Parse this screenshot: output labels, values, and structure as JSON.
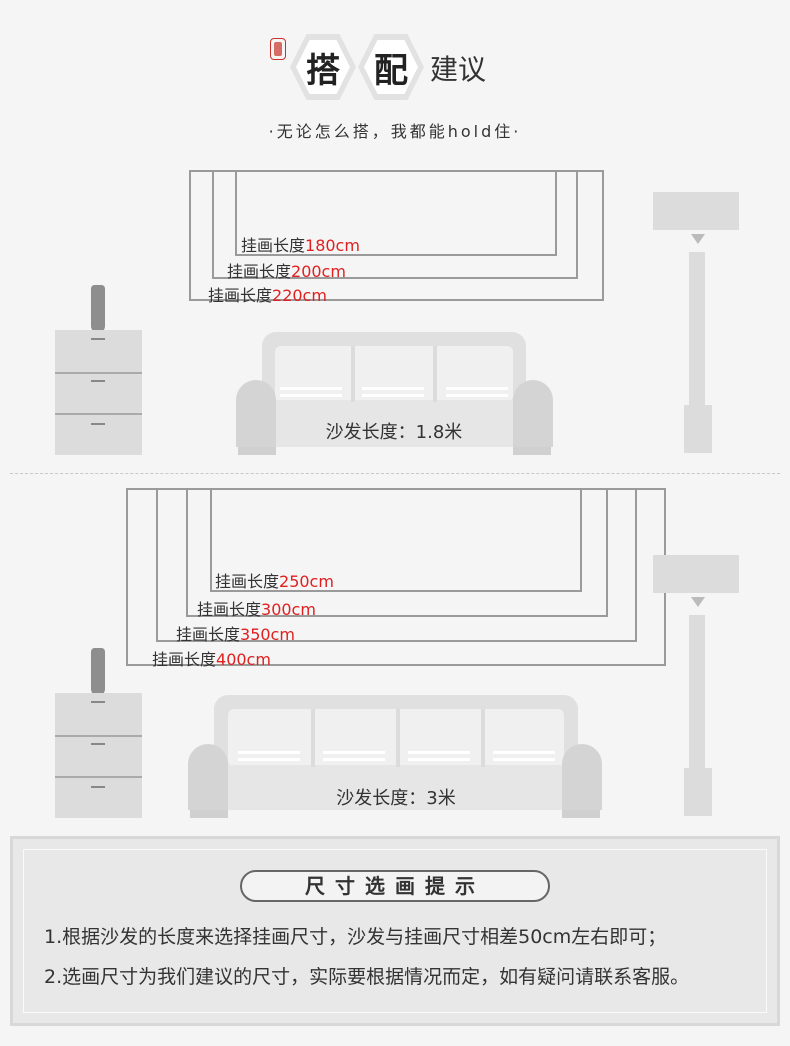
{
  "header": {
    "char1": "搭",
    "char2": "配",
    "rest": "建议",
    "subtitle": "·无论怎么搭，我都能hold住·"
  },
  "section1": {
    "frames": [
      {
        "label": "挂画长度",
        "value": "180cm"
      },
      {
        "label": "挂画长度",
        "value": "200cm"
      },
      {
        "label": "挂画长度",
        "value": "220cm"
      }
    ],
    "sofa_label": "沙发长度：1.8米"
  },
  "section2": {
    "frames": [
      {
        "label": "挂画长度",
        "value": "250cm"
      },
      {
        "label": "挂画长度",
        "value": "300cm"
      },
      {
        "label": "挂画长度",
        "value": "350cm"
      },
      {
        "label": "挂画长度",
        "value": "400cm"
      }
    ],
    "sofa_label": "沙发长度：3米"
  },
  "tips": {
    "title": "尺寸选画提示",
    "line1": "1.根据沙发的长度来选择挂画尺寸，沙发与挂画尺寸相差50cm左右即可；",
    "line2": "2.选画尺寸为我们建议的尺寸，实际要根据情况而定，如有疑问请联系客服。"
  },
  "colors": {
    "accent": "#e02020",
    "frame": "#9a9a9a",
    "furniture": "#dcdcdc"
  }
}
